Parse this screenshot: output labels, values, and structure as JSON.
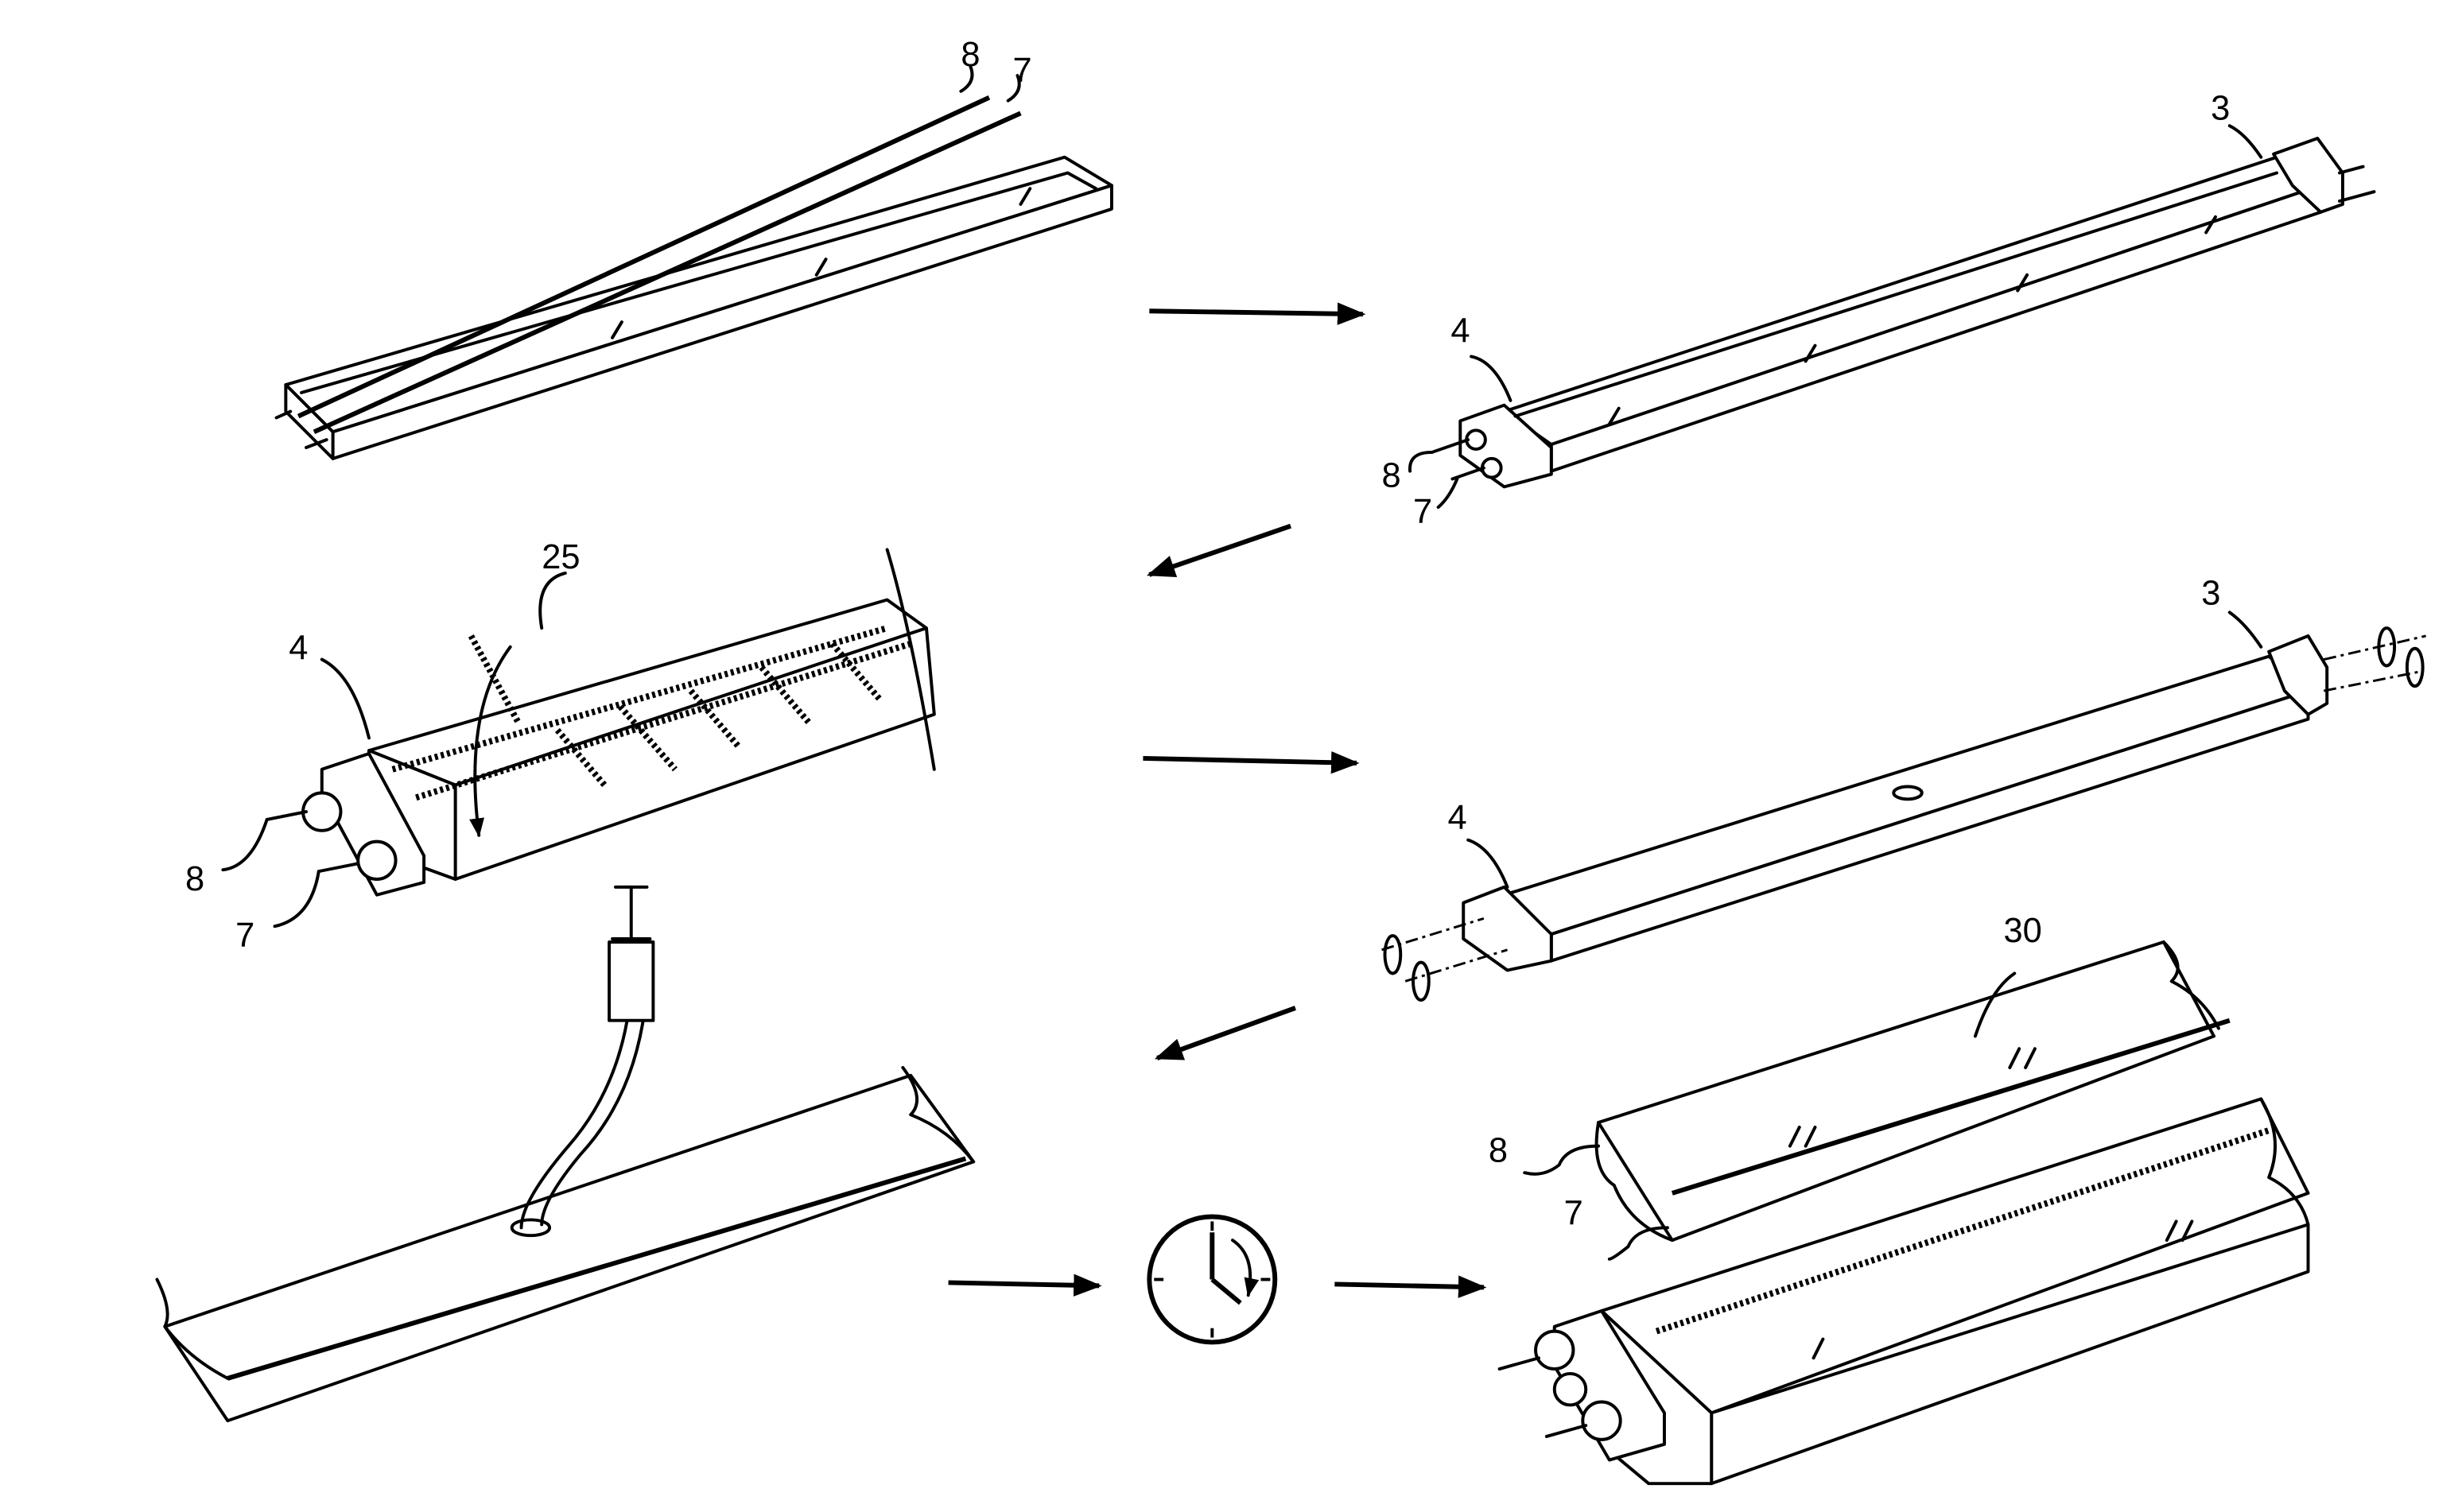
{
  "labels": {
    "step1": {
      "rod_a": "8",
      "rod_b": "7"
    },
    "step2": {
      "end_far": "3",
      "end_near": "4",
      "rod_a": "8",
      "rod_b": "7"
    },
    "step3": {
      "rebar": "25",
      "end_near": "4",
      "rod_a": "8",
      "rod_b": "7"
    },
    "step4": {
      "end_far": "3",
      "end_near": "4"
    },
    "step6": {
      "product": "30",
      "rod_a": "8",
      "rod_b": "7"
    }
  },
  "icons": [
    "arrow-right",
    "arrow-down-left",
    "clock-icon",
    "syringe-icon"
  ],
  "colors": {
    "ink": "#000000",
    "paper": "#ffffff"
  }
}
